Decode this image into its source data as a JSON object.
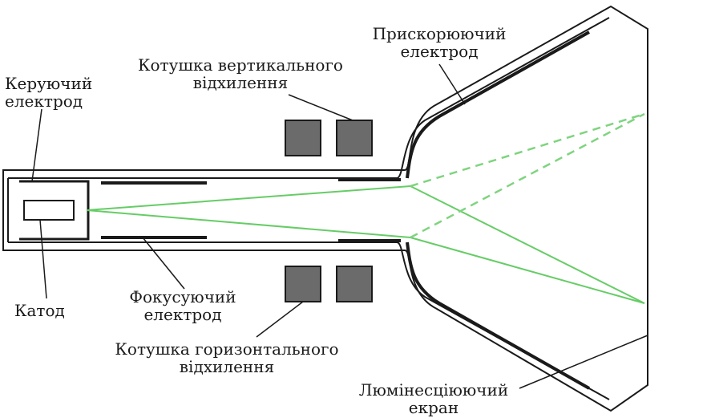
{
  "labels": {
    "control_electrode": [
      "Керуючий",
      "електрод"
    ],
    "cathode": "Катод",
    "vertical_coil": [
      "Котушка вертикального",
      "відхилення"
    ],
    "accelerating_electrode": [
      "Прискорюючий",
      "електрод"
    ],
    "focusing_electrode": [
      "Фокусуючий",
      "електрод"
    ],
    "horizontal_coil": [
      "Котушка горизонтального",
      "відхилення"
    ],
    "luminescent_screen": [
      "Люмінесціюючий",
      "екран"
    ]
  },
  "colors": {
    "outline": "#1a1a1a",
    "coil_fill": "#6b6b6b",
    "beam": "#66cc66",
    "beam_dashed": "#7fd47f"
  }
}
